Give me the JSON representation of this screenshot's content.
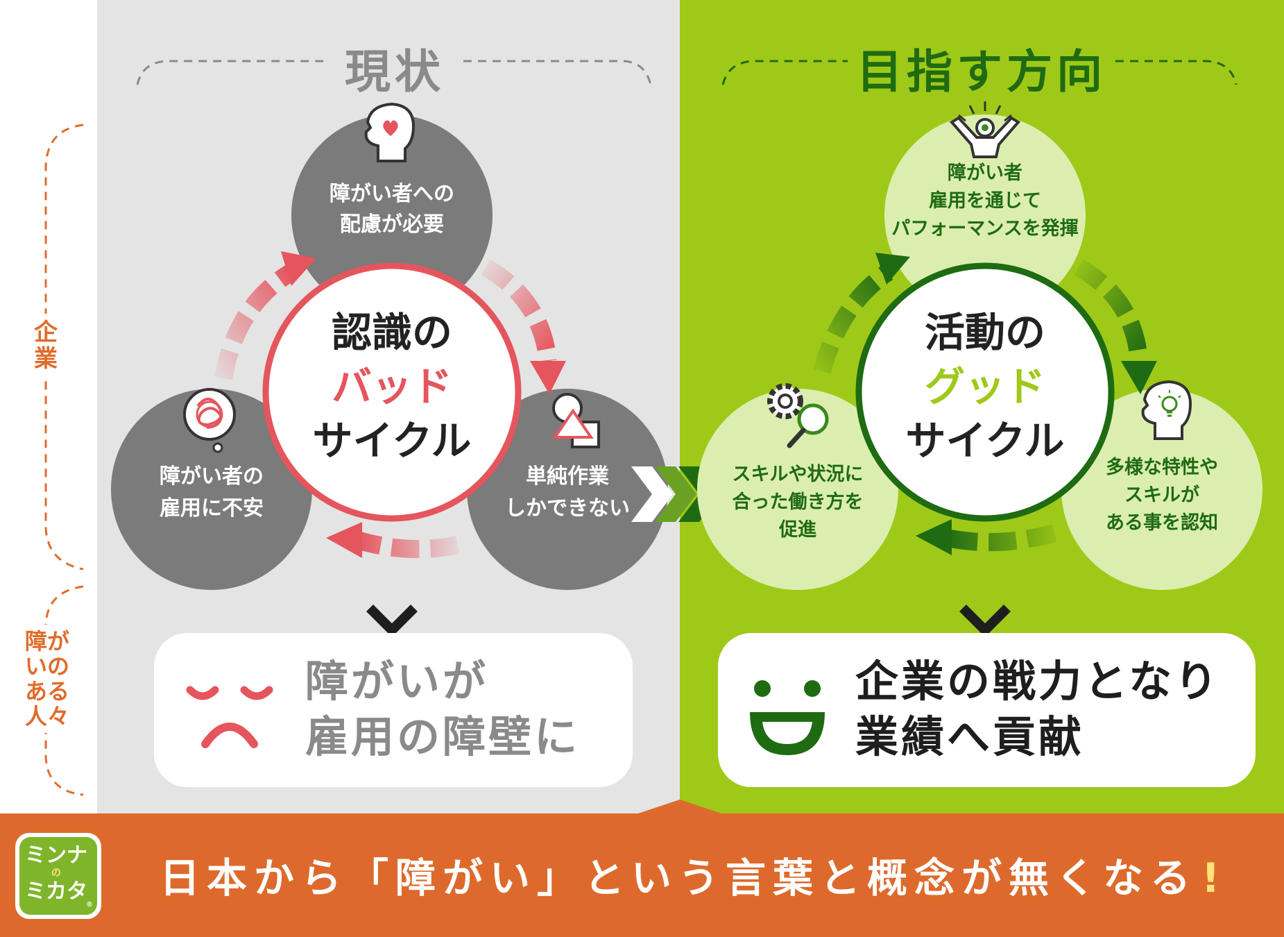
{
  "left": {
    "title": "現状",
    "center": {
      "line1": "認識の",
      "line2": "バッド",
      "line3": "サイクル"
    },
    "top_circle": {
      "line1": "障がい者への",
      "line2": "配慮が必要",
      "icon": "heart-head-icon"
    },
    "left_circle": {
      "line1": "障がい者の",
      "line2": "雇用に不安",
      "icon": "tangled-thought-icon"
    },
    "right_circle": {
      "line1": "単純作業",
      "line2": "しかできない",
      "icon": "shapes-icon"
    },
    "result": {
      "line1": "障がいが",
      "line2": "雇用の障壁に",
      "icon": "sad-face-icon"
    }
  },
  "right": {
    "title": "目指す方向",
    "center": {
      "line1": "活動の",
      "line2": "グッド",
      "line3": "サイクル"
    },
    "top_circle": {
      "line1": "障がい者",
      "line2": "雇用を通じて",
      "line3": "パフォーマンスを発揮",
      "icon": "cheering-person-icon"
    },
    "left_circle": {
      "line1": "スキルや状況に",
      "line2": "合った働き方を",
      "line3": "促進",
      "icon": "gear-magnifier-icon"
    },
    "right_circle": {
      "line1": "多様な特性や",
      "line2": "スキルが",
      "line3": "ある事を認知",
      "icon": "lightbulb-head-icon"
    },
    "result": {
      "line1": "企業の戦力となり",
      "line2": "業績へ貢献",
      "icon": "smile-face-icon"
    }
  },
  "side": {
    "company": "企業",
    "people": "障がいのある人々"
  },
  "footer": {
    "slogan": "日本から「障がい」という言葉と概念が無くなる",
    "exclaim": "!",
    "logo": {
      "line1": "ミンナ",
      "small": "の",
      "line2": "ミカタ",
      "mark": "®"
    }
  },
  "colors": {
    "gray_bg": "#e4e4e4",
    "green_bg": "#9fc918",
    "dark_gray": "#7b7b7b",
    "pale_green": "#dbeeb0",
    "red": "#e5555e",
    "dark_green": "#1f6b12",
    "orange": "#dd6a2c"
  }
}
